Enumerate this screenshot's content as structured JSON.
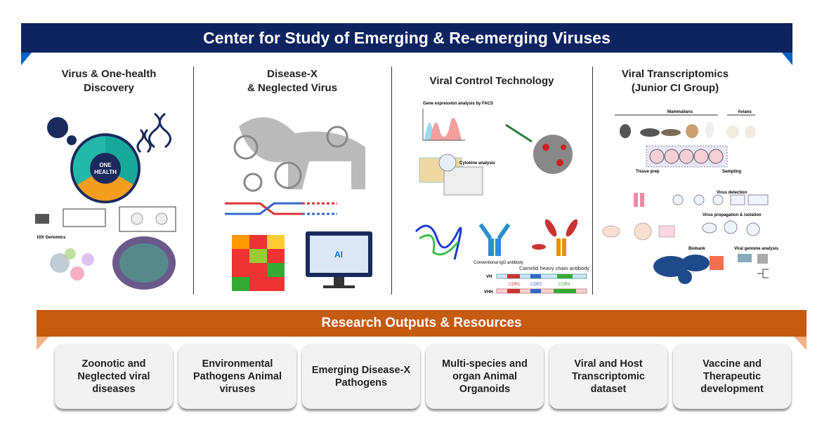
{
  "title": "Center for Study of Emerging & Re-emerging Viruses",
  "colors": {
    "navy": "#0d2461",
    "blue_fold": "#0b62c4",
    "orange": "#c55a11",
    "peach": "#f4b183",
    "box": "#f2f2f2"
  },
  "columns": [
    {
      "title_line1": "Virus & One-health",
      "title_line2": "Discovery",
      "labels": {
        "one": "ONE",
        "health": "HEALTH",
        "genomics": "10X Genomics"
      }
    },
    {
      "title_line1": "Disease-X",
      "title_line2": "& Neglected Virus",
      "labels": {
        "ai": "AI"
      }
    },
    {
      "title_line1": "Viral Control Technology",
      "title_line2": "",
      "labels": {
        "facs": "Gene expression analysis by FACS",
        "cytokine": "Cytokine analysis",
        "igg": "Conventional IgG antibody",
        "camelid": "Camelid heavy chain antibody",
        "vh": "VH",
        "vhh": "VHH",
        "cdr1": "CDR1",
        "cdr2": "CDR2",
        "cdr3": "CDR3"
      }
    },
    {
      "title_line1": "Viral Transcriptomics",
      "title_line2": "(Junior CI Group)",
      "labels": {
        "mammalians": "Mammalians",
        "avians": "Avians",
        "tissue": "Tissue prep",
        "sampling": "Sampling",
        "detection": "Virus detection",
        "propagation": "Virus propagation & isolation",
        "biobank": "Biobank",
        "genome": "Viral genome analysis"
      }
    }
  ],
  "outputs_title": "Research Outputs & Resources",
  "outputs": [
    "Zoonotic and Neglected viral diseases",
    "Environmental Pathogens Animal viruses",
    "Emerging Disease-X Pathogens",
    "Multi-species and organ Animal Organoids",
    "Viral and Host Transcriptomic dataset",
    "Vaccine and Therapeutic development"
  ]
}
